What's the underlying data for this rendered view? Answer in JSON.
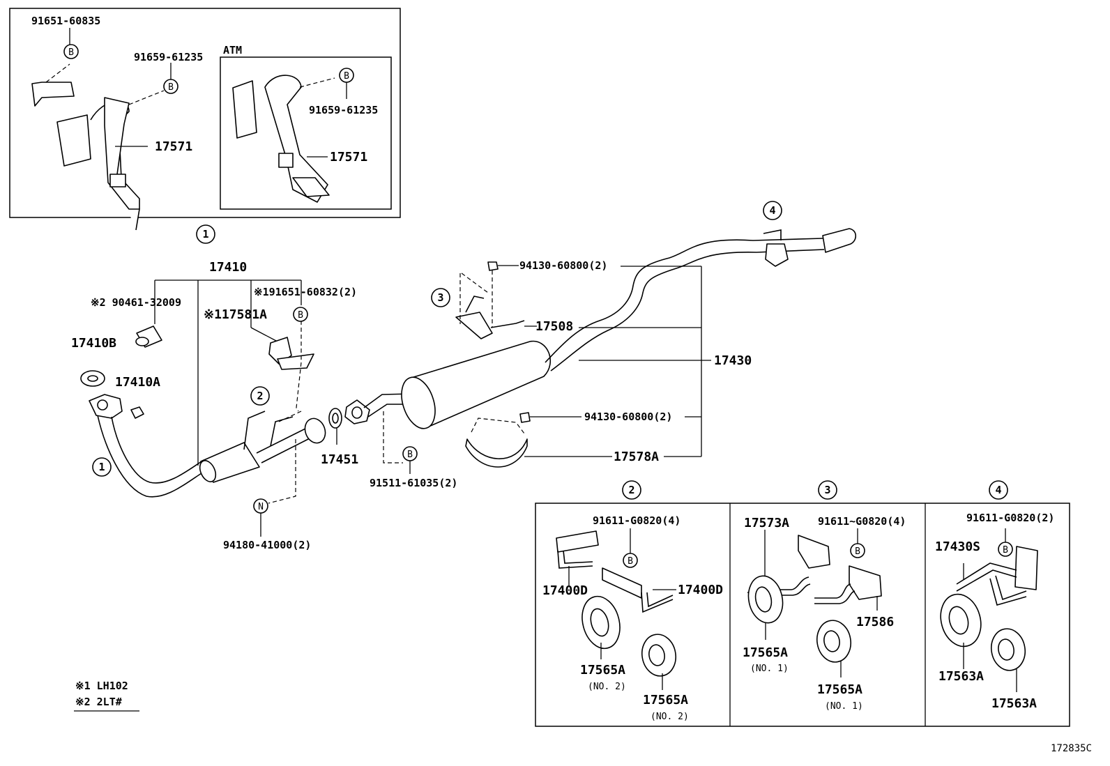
{
  "diagram": {
    "ref": "172835C",
    "labels": {
      "p91651_60835": "91651-60835",
      "p91659_61235_a": "91659-61235",
      "atm": "ATM",
      "p91659_61235_b": "91659-61235",
      "p17571_a": "17571",
      "p17571_b": "17571",
      "p17410": "17410",
      "p90461": "※2 90461-32009",
      "p91651_60832": "※191651-60832(2)",
      "p17581A": "※117581A",
      "p17410B": "17410B",
      "p17410A": "17410A",
      "p17451": "17451",
      "p94180": "94180-41000(2)",
      "p91511": "91511-61035(2)",
      "p94130_top": "94130-60800(2)",
      "p17508": "17508",
      "p17430": "17430",
      "p94130_bot": "94130-60800(2)",
      "p17578A": "17578A",
      "g2_bolt": "91611-G0820(4)",
      "g2_17400D_a": "17400D",
      "g2_17400D_b": "17400D",
      "g2_17565A_a": "17565A",
      "g2_no2_a": "(NO. 2)",
      "g2_17565A_b": "17565A",
      "g2_no2_b": "(NO. 2)",
      "g3_17573A": "17573A",
      "g3_bolt": "91611~G0820(4)",
      "g3_17586": "17586",
      "g3_17565A_a": "17565A",
      "g3_no1_a": "(NO. 1)",
      "g3_17565A_b": "17565A",
      "g3_no1_b": "(NO. 1)",
      "g4_bolt": "91611-G0820(2)",
      "g4_17430S": "17430S",
      "g4_17563A_a": "17563A",
      "g4_17563A_b": "17563A",
      "note1": "※1 LH102",
      "note2": "※2 2LT#"
    },
    "callouts": {
      "c1_top": "1",
      "c1_pipe": "1",
      "c2": "2",
      "c3": "3",
      "c4": "4",
      "g2": "2",
      "g3": "3",
      "g4": "4"
    },
    "symbols": {
      "bolt": "B",
      "nut": "N"
    }
  }
}
